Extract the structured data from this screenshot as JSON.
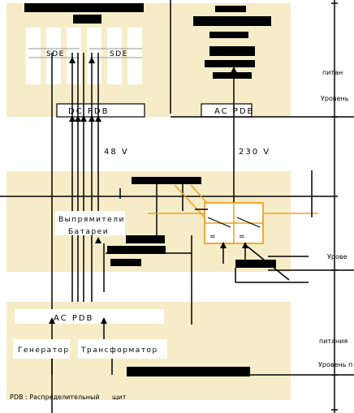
{
  "colors": {
    "zone_fill": "#f7ecc8",
    "card_fill": "#ffffff",
    "line": "#000000",
    "accent": "#f0a020",
    "bar": "#000000"
  },
  "top_zone": {
    "sde_left": "SDE",
    "sde_right": "SDE",
    "dc_box": "DC PDB",
    "ac_box": "AC PDB"
  },
  "right_labels": {
    "top_1": "питан",
    "top_2": "Уровень",
    "mid": "Урове",
    "bot_1": "питания",
    "bot_2": "Уровень п"
  },
  "voltages": {
    "dc": "48 V",
    "ac": "230 V"
  },
  "middle_zone": {
    "rectifiers": "Выпрямители",
    "batteries": "Батареи",
    "inv_a": "=",
    "inv_b": "="
  },
  "bottom_zone": {
    "ac_pdb": "AC PDB",
    "generator": "Генератор",
    "transformer": "Трансформатор"
  },
  "footer": {
    "legend": "PDB : Распределительный",
    "legend_tail": "щит"
  }
}
